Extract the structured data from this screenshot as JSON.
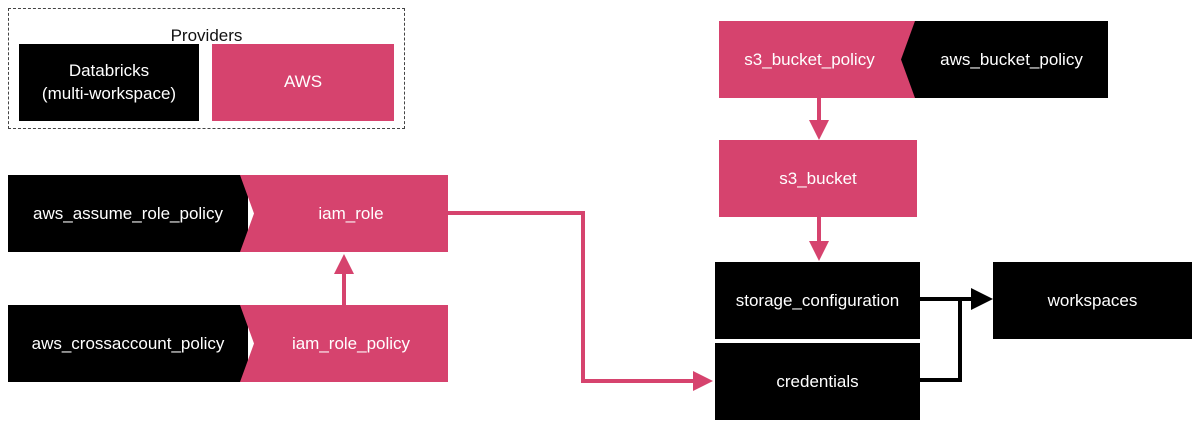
{
  "legend": {
    "title": "Providers",
    "databricks_label": "Databricks\n(multi-workspace)",
    "aws_label": "AWS"
  },
  "colors": {
    "aws": "#D6436E",
    "databricks": "#000000",
    "text": "#FFFFFF"
  },
  "nodes": {
    "s3_bucket_policy": "s3_bucket_policy",
    "aws_bucket_policy": "aws_bucket_policy",
    "s3_bucket": "s3_bucket",
    "aws_assume_role_policy": "aws_assume_role_policy",
    "iam_role": "iam_role",
    "aws_crossaccount_policy": "aws_crossaccount_policy",
    "iam_role_policy": "iam_role_policy",
    "storage_configuration": "storage_configuration",
    "credentials": "credentials",
    "workspaces": "workspaces"
  },
  "edges": [
    {
      "from": "s3_bucket_policy",
      "to": "s3_bucket"
    },
    {
      "from": "s3_bucket",
      "to": "storage_configuration"
    },
    {
      "from": "iam_role_policy",
      "to": "iam_role"
    },
    {
      "from": "iam_role",
      "to": "credentials"
    },
    {
      "from": "storage_configuration",
      "to": "workspaces"
    },
    {
      "from": "credentials",
      "to": "workspaces"
    }
  ]
}
